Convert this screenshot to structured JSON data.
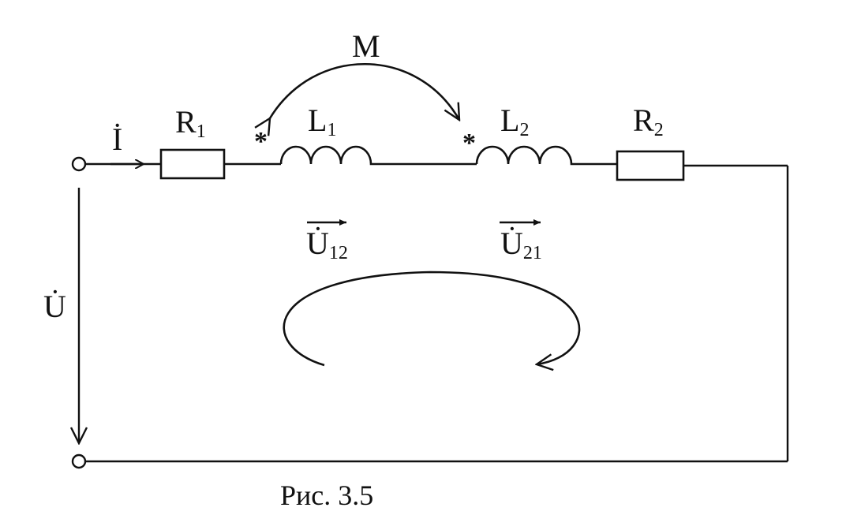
{
  "labels": {
    "mutual": "M",
    "current": "İ",
    "voltage": "U̇",
    "r1": {
      "main": "R",
      "sub": "1"
    },
    "l1": {
      "main": "L",
      "sub": "1"
    },
    "l2": {
      "main": "L",
      "sub": "2"
    },
    "r2": {
      "main": "R",
      "sub": "2"
    },
    "u12": {
      "main": "U̇",
      "sub": "12"
    },
    "u21": {
      "main": "U̇",
      "sub": "21"
    },
    "star1": "*",
    "star2": "*"
  },
  "caption": "Рис. 3.5"
}
